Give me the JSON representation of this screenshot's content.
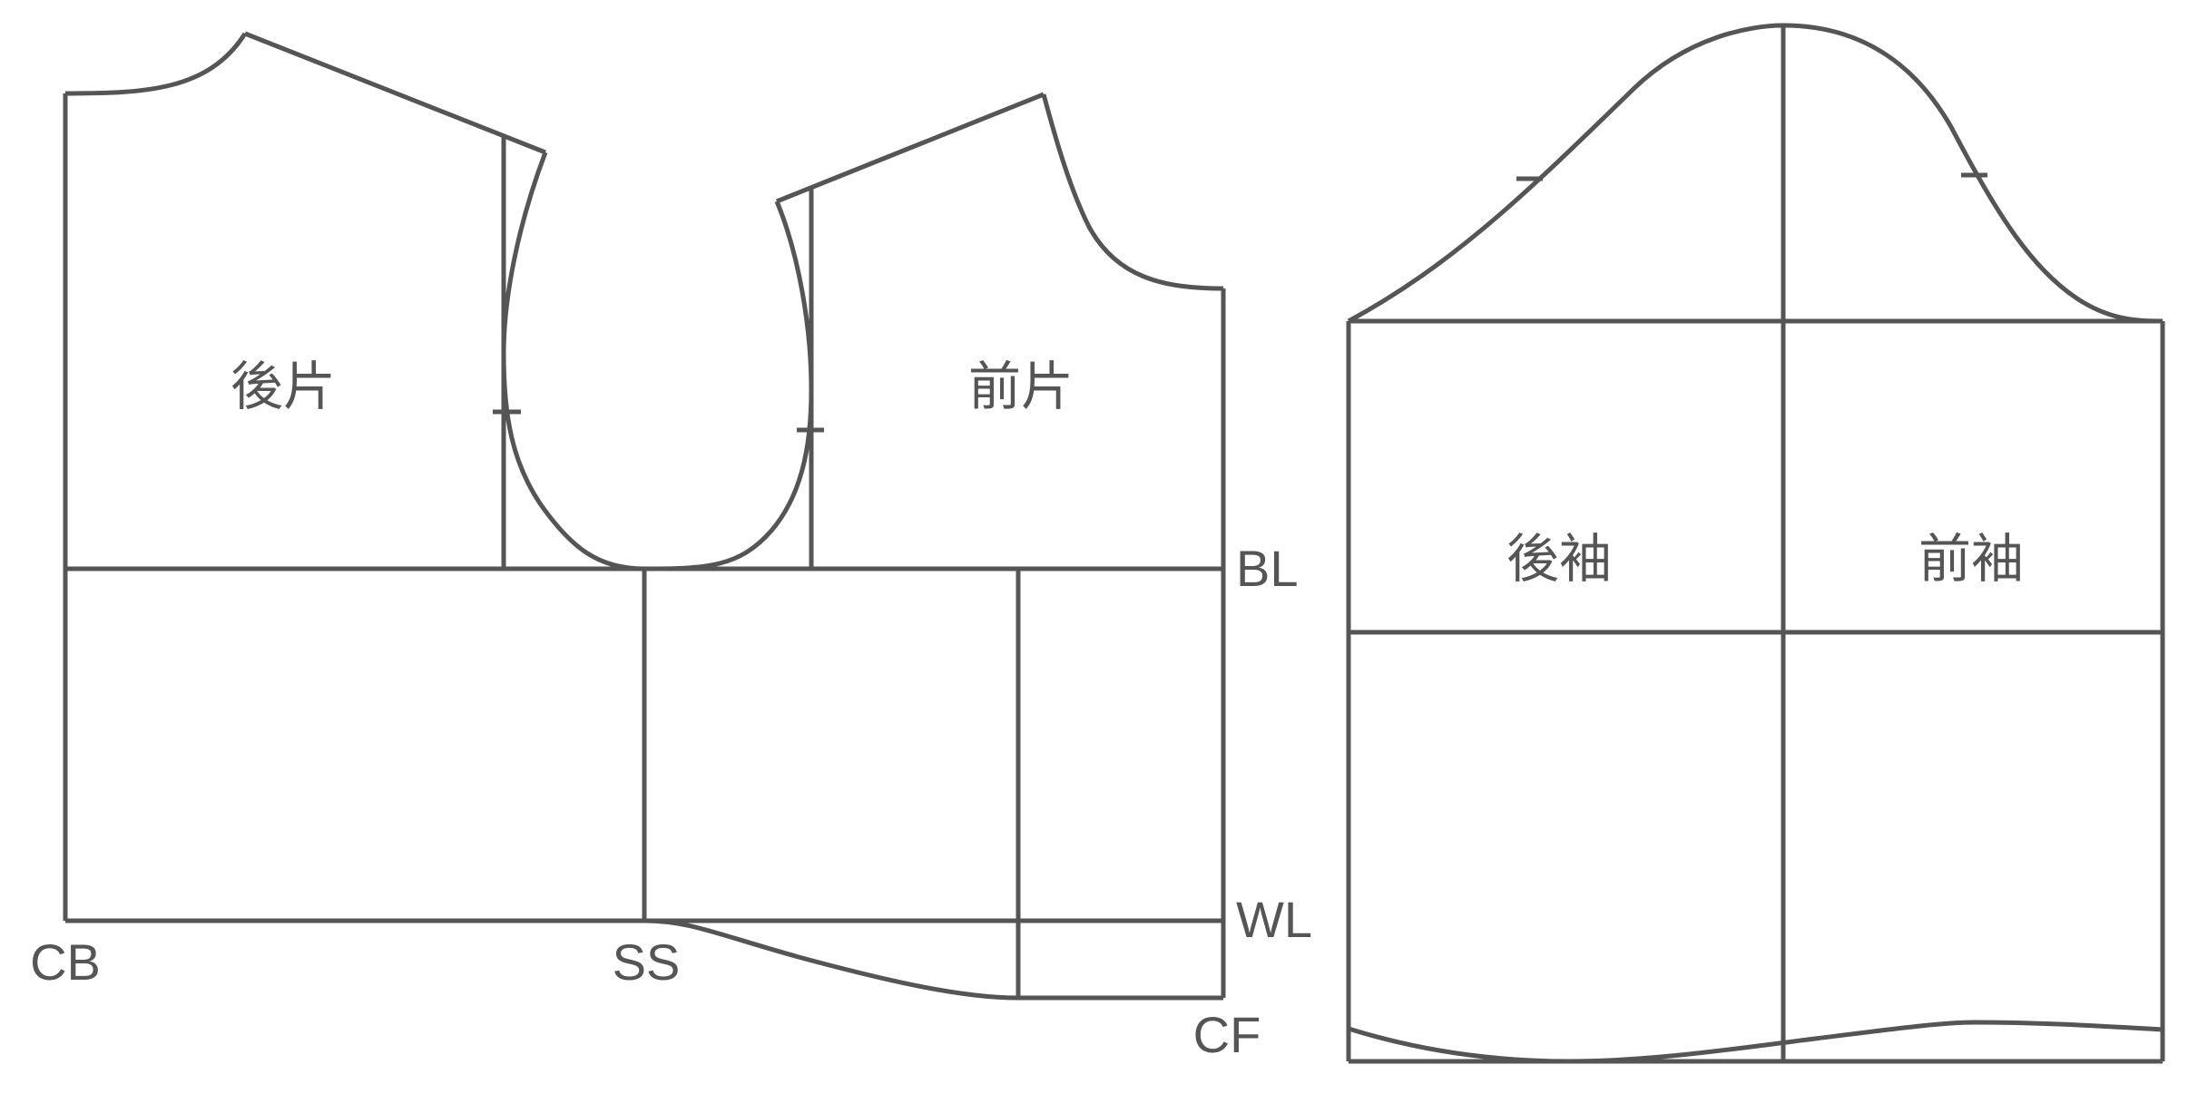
{
  "bodice": {
    "back_label": "後片",
    "front_label": "前片",
    "bust_line_label": "BL",
    "waist_line_label": "WL",
    "center_back_label": "CB",
    "side_seam_label": "SS",
    "center_front_label": "CF"
  },
  "sleeve": {
    "back_label": "後袖",
    "front_label": "前袖"
  },
  "colors": {
    "line": "#555555",
    "background": "#ffffff"
  }
}
